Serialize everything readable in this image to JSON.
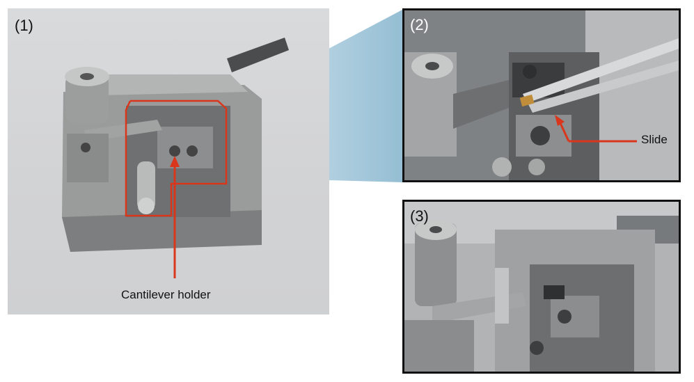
{
  "panels": [
    {
      "label": "(1)"
    },
    {
      "label": "(2)"
    },
    {
      "label": "(3)"
    }
  ],
  "annotations": {
    "cantilever_holder": "Cantilever holder",
    "slide": "Slide"
  },
  "colors": {
    "highlight": "#d9361c",
    "callout": "#a9cddf"
  }
}
